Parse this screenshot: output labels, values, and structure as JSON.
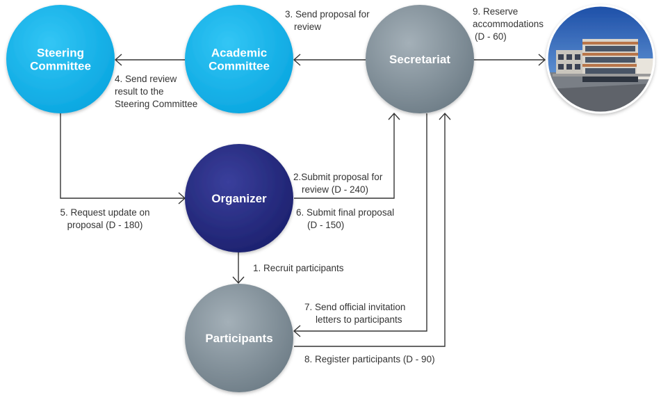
{
  "colors": {
    "cyan_light": "#33c6f5",
    "cyan_dark": "#0aa6e0",
    "navy_light": "#3a3f9c",
    "navy_dark": "#1c216e",
    "gray_light": "#a4b0b8",
    "gray_dark": "#6e7d87",
    "line": "#333333",
    "text": "#333333"
  },
  "nodes": {
    "steering": {
      "lines": [
        "Steering",
        "Committee"
      ]
    },
    "academic": {
      "lines": [
        "Academic",
        "Committee"
      ]
    },
    "secretariat": {
      "lines": [
        "Secretariat"
      ]
    },
    "organizer": {
      "lines": [
        "Organizer"
      ]
    },
    "participants": {
      "lines": [
        "Participants"
      ]
    },
    "venue": {
      "icon": "building-photo-icon"
    }
  },
  "steps": {
    "s1": [
      "1. Recruit participants"
    ],
    "s2": [
      "2.Submit proposal for",
      "review (D - 240)"
    ],
    "s3": [
      "3. Send proposal for",
      "review"
    ],
    "s4": [
      "4. Send review",
      "result to the",
      "Steering Committee"
    ],
    "s5": [
      "5. Request update on",
      "proposal (D - 180)"
    ],
    "s6": [
      "6. Submit final proposal",
      "(D - 150)"
    ],
    "s7": [
      "7. Send official invitation",
      "letters to participants"
    ],
    "s8": [
      "8. Register participants (D - 90)"
    ],
    "s9": [
      "9. Reserve",
      "accommodations",
      "(D - 60)"
    ]
  }
}
